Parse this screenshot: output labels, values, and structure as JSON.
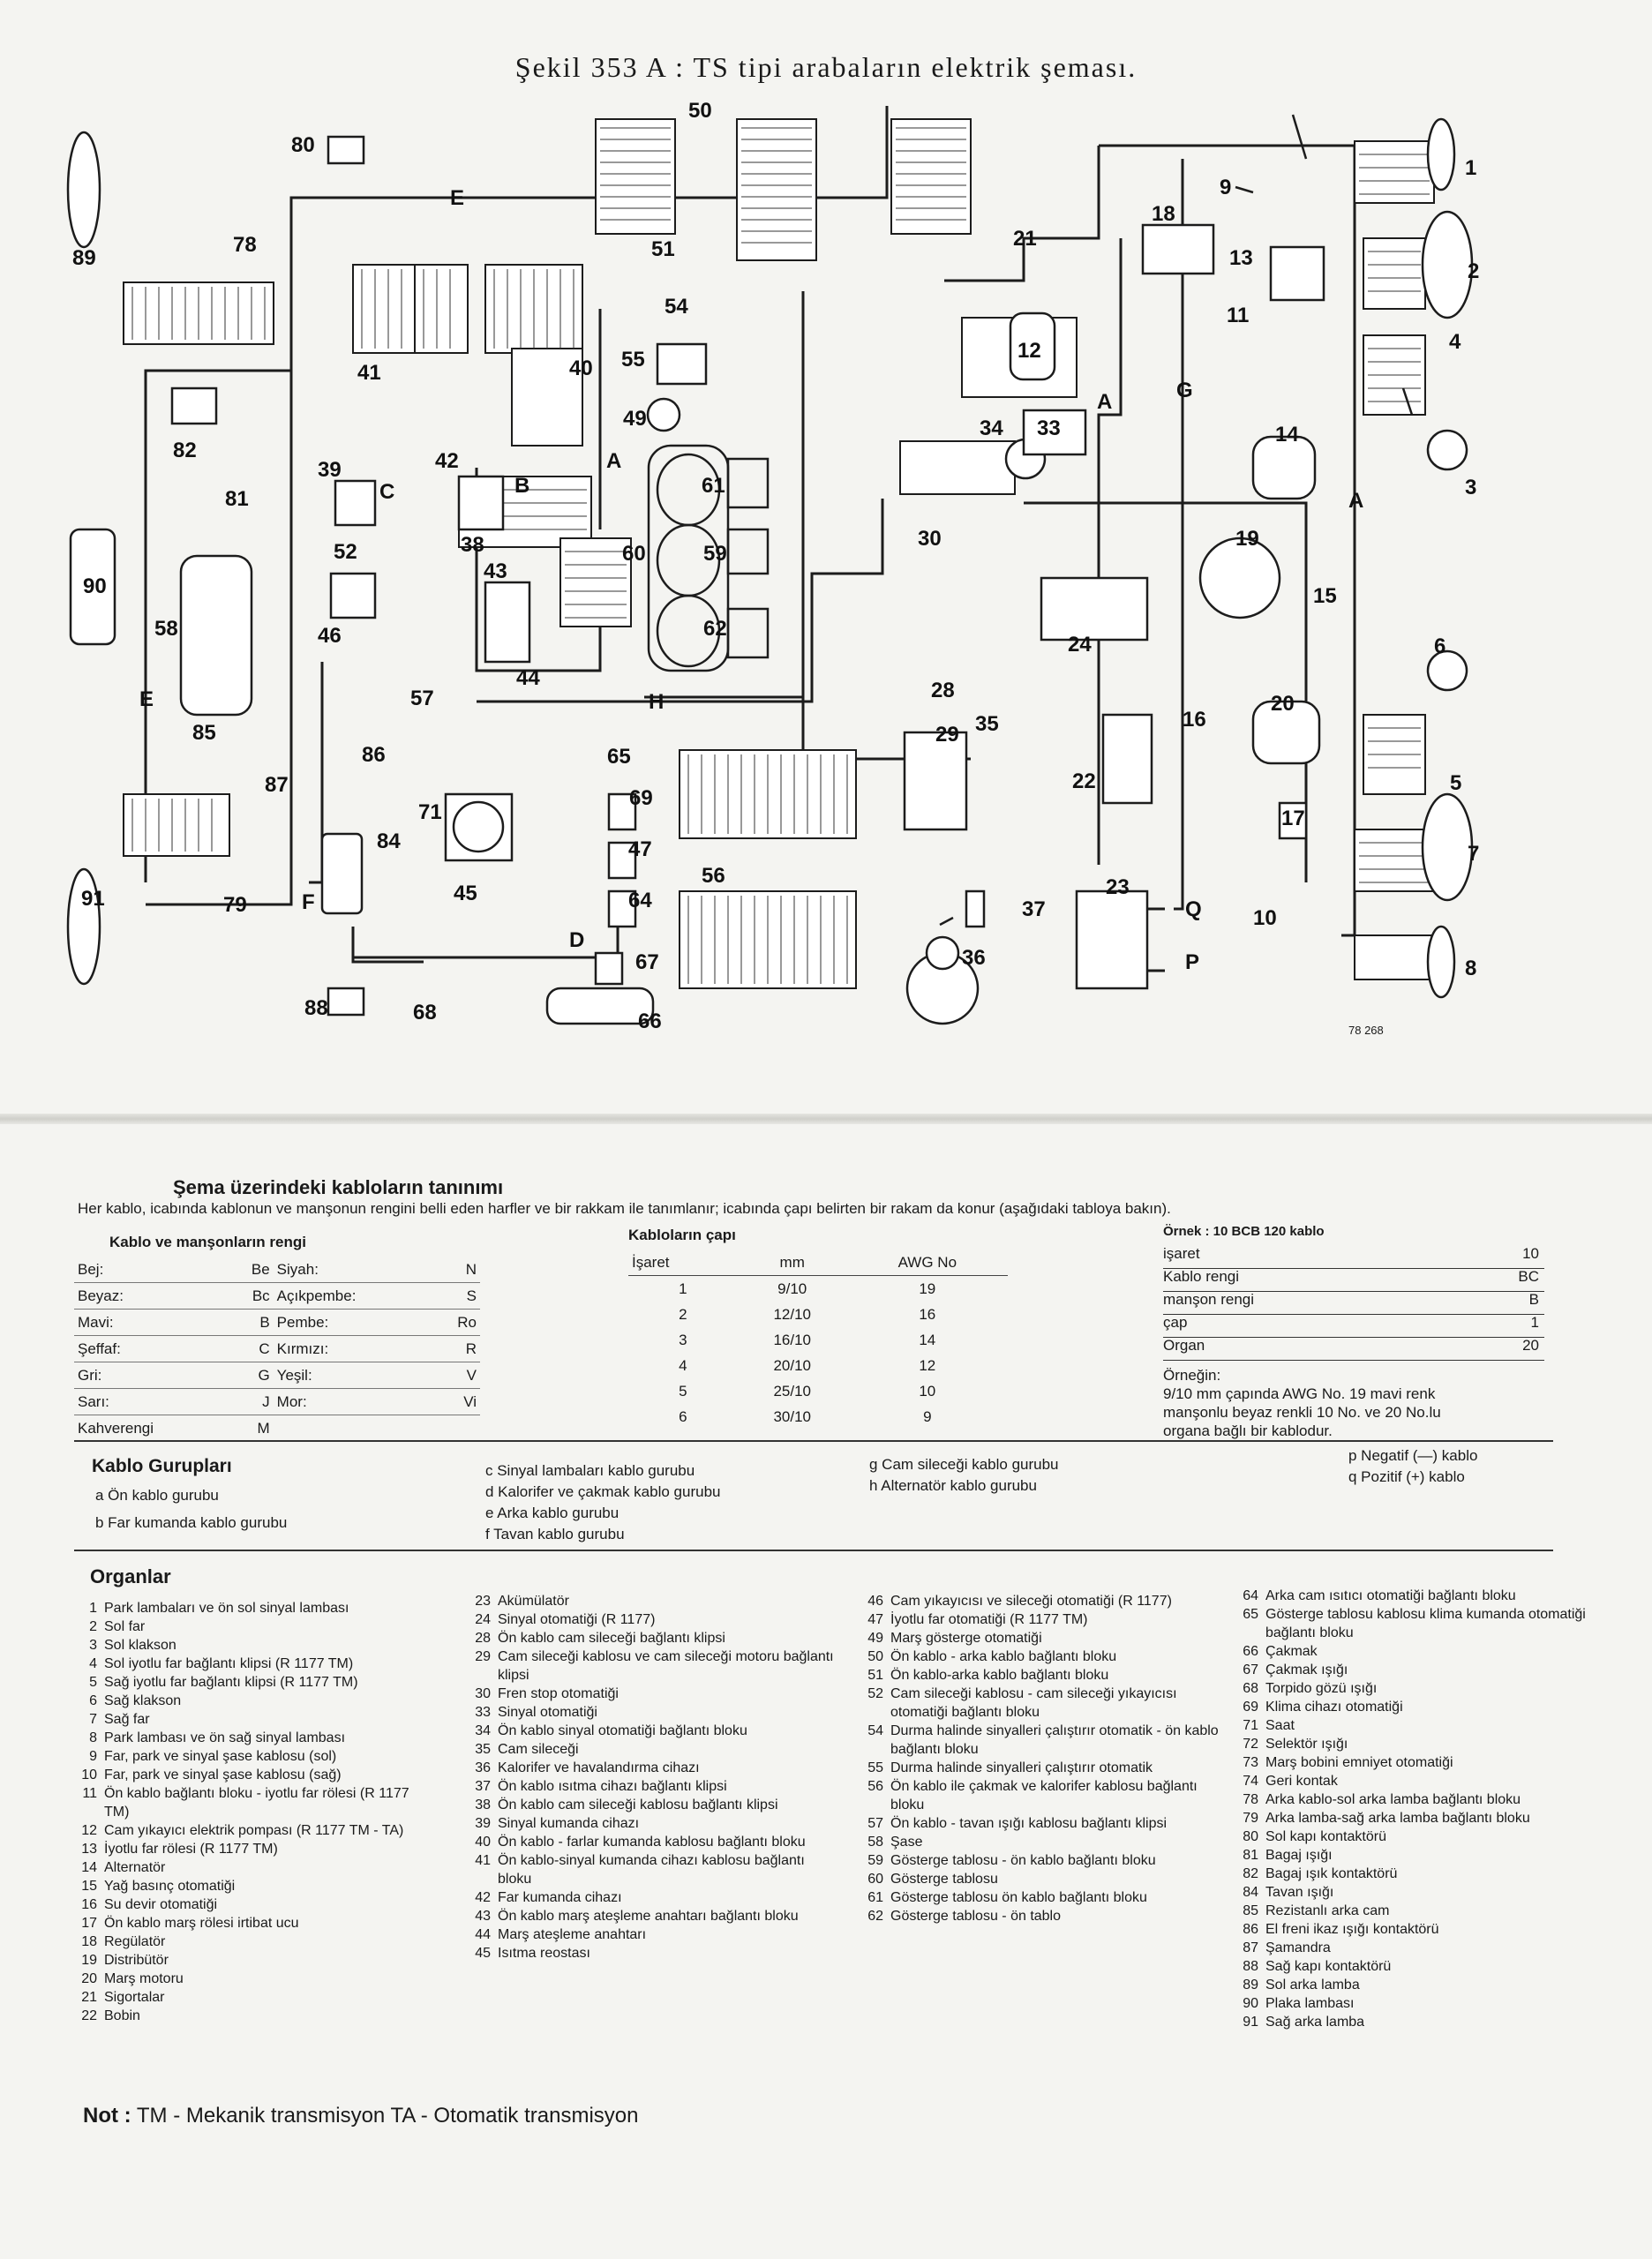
{
  "figure": {
    "title": "Şekil 353 A : TS tipi arabaların elektrik şeması.",
    "figure_id": "78 268",
    "component_labels": [
      "1",
      "2",
      "3",
      "4",
      "5",
      "6",
      "7",
      "8",
      "9",
      "10",
      "11",
      "12",
      "13",
      "14",
      "15",
      "16",
      "17",
      "18",
      "19",
      "20",
      "21",
      "22",
      "23",
      "24",
      "28",
      "29",
      "30",
      "33",
      "34",
      "35",
      "36",
      "37",
      "38",
      "39",
      "40",
      "41",
      "42",
      "43",
      "44",
      "45",
      "46",
      "47",
      "49",
      "50",
      "51",
      "52",
      "54",
      "55",
      "56",
      "57",
      "58",
      "59",
      "60",
      "61",
      "62",
      "64",
      "65",
      "66",
      "67",
      "68",
      "69",
      "71",
      "78",
      "79",
      "80",
      "81",
      "82",
      "84",
      "85",
      "86",
      "87",
      "88",
      "89",
      "90",
      "91"
    ],
    "harness_letters": [
      "A",
      "B",
      "C",
      "D",
      "E",
      "F",
      "G",
      "H",
      "P",
      "Q"
    ]
  },
  "legend": {
    "title": "Şema üzerindeki kabloların tanınımı",
    "intro": "Her kablo, icabında kablonun ve manşonun rengini belli eden harfler ve bir rakkam ile tanımlanır; icabında çapı belirten bir rakam da konur (aşağıdaki tabloya bakın).",
    "colors_heading": "Kablo ve manşonların rengi",
    "colors": [
      [
        "Bej:",
        "Be",
        "Siyah:",
        "N"
      ],
      [
        "Beyaz:",
        "Bc",
        "Açıkpembe:",
        "S"
      ],
      [
        "Mavi:",
        "B",
        "Pembe:",
        "Ro"
      ],
      [
        "Şeffaf:",
        "C",
        "Kırmızı:",
        "R"
      ],
      [
        "Gri:",
        "G",
        "Yeşil:",
        "V"
      ],
      [
        "Sarı:",
        "J",
        "Mor:",
        "Vi"
      ],
      [
        "Kahverengi",
        "M",
        "",
        ""
      ]
    ],
    "size_heading": "Kabloların çapı",
    "size_columns": [
      "İşaret",
      "mm",
      "AWG No"
    ],
    "sizes": [
      [
        "1",
        "9/10",
        "19"
      ],
      [
        "2",
        "12/10",
        "16"
      ],
      [
        "3",
        "16/10",
        "14"
      ],
      [
        "4",
        "20/10",
        "12"
      ],
      [
        "5",
        "25/10",
        "10"
      ],
      [
        "6",
        "30/10",
        "9"
      ]
    ],
    "example_heading": "Örnek : 10 BCB 120 kablo",
    "example_rows": [
      [
        "işaret",
        "10"
      ],
      [
        "Kablo rengi",
        "BC"
      ],
      [
        "manşon rengi",
        "B"
      ],
      [
        "çap",
        "1"
      ],
      [
        "Organ",
        "20"
      ]
    ],
    "example_text": [
      "Örneğin:",
      "9/10 mm çapında AWG No. 19 mavi renk",
      "manşonlu beyaz renkli 10 No. ve 20 No.lu",
      "organa bağlı bir kablodur."
    ]
  },
  "groups": {
    "title": "Kablo Gurupları",
    "items": [
      "a Ön kablo gurubu",
      "b Far kumanda kablo gurubu",
      "c Sinyal lambaları kablo gurubu",
      "d Kalorifer ve çakmak kablo gurubu",
      "e Arka kablo gurubu",
      "f Tavan kablo gurubu",
      "g Cam sileceği kablo gurubu",
      "h Alternatör kablo gurubu",
      "p Negatif (—) kablo",
      "q Pozitif (+) kablo"
    ]
  },
  "organs": {
    "title": "Organlar",
    "col1": [
      [
        "1",
        "Park lambaları ve ön sol sinyal lambası"
      ],
      [
        "2",
        "Sol far"
      ],
      [
        "3",
        "Sol klakson"
      ],
      [
        "4",
        "Sol iyotlu far bağlantı klipsi (R 1177 TM)"
      ],
      [
        "5",
        "Sağ iyotlu far bağlantı klipsi (R 1177 TM)"
      ],
      [
        "6",
        "Sağ klakson"
      ],
      [
        "7",
        "Sağ far"
      ],
      [
        "8",
        "Park lambası ve ön sağ sinyal lambası"
      ],
      [
        "9",
        "Far, park ve sinyal şase kablosu (sol)"
      ],
      [
        "10",
        "Far, park ve sinyal şase kablosu (sağ)"
      ],
      [
        "11",
        "Ön kablo bağlantı bloku - iyotlu far rölesi (R 1177 TM)"
      ],
      [
        "12",
        "Cam yıkayıcı elektrik pompası (R 1177 TM - TA)"
      ],
      [
        "13",
        "İyotlu far rölesi (R 1177 TM)"
      ],
      [
        "14",
        "Alternatör"
      ],
      [
        "15",
        "Yağ basınç otomatiği"
      ],
      [
        "16",
        "Su devir otomatiği"
      ],
      [
        "17",
        "Ön kablo marş rölesi irtibat ucu"
      ],
      [
        "18",
        "Regülatör"
      ],
      [
        "19",
        "Distribütör"
      ],
      [
        "20",
        "Marş motoru"
      ],
      [
        "21",
        "Sigortalar"
      ],
      [
        "22",
        "Bobin"
      ]
    ],
    "col2": [
      [
        "23",
        "Akümülatör"
      ],
      [
        "24",
        "Sinyal otomatiği (R 1177)"
      ],
      [
        "28",
        "Ön kablo cam sileceği bağlantı klipsi"
      ],
      [
        "29",
        "Cam sileceği kablosu ve cam sileceği motoru bağlantı klipsi"
      ],
      [
        "30",
        "Fren stop otomatiği"
      ],
      [
        "33",
        "Sinyal otomatiği"
      ],
      [
        "34",
        "Ön kablo sinyal otomatiği bağlantı bloku"
      ],
      [
        "35",
        "Cam sileceği"
      ],
      [
        "36",
        "Kalorifer ve havalandırma cihazı"
      ],
      [
        "37",
        "Ön kablo ısıtma cihazı bağlantı klipsi"
      ],
      [
        "38",
        "Ön kablo cam sileceği kablosu bağlantı klipsi"
      ],
      [
        "39",
        "Sinyal kumanda cihazı"
      ],
      [
        "40",
        "Ön kablo - farlar kumanda kablosu bağlantı bloku"
      ],
      [
        "41",
        "Ön kablo-sinyal kumanda cihazı kablosu bağlantı bloku"
      ],
      [
        "42",
        "Far kumanda cihazı"
      ],
      [
        "43",
        "Ön kablo marş ateşleme anahtarı bağlantı bloku"
      ],
      [
        "44",
        "Marş ateşleme anahtarı"
      ],
      [
        "45",
        "Isıtma reostası"
      ]
    ],
    "col3": [
      [
        "46",
        "Cam yıkayıcısı ve sileceği otomatiği (R 1177)"
      ],
      [
        "47",
        "İyotlu far otomatiği (R 1177 TM)"
      ],
      [
        "49",
        "Marş gösterge otomatiği"
      ],
      [
        "50",
        "Ön kablo - arka kablo bağlantı bloku"
      ],
      [
        "51",
        "Ön kablo-arka kablo bağlantı bloku"
      ],
      [
        "52",
        "Cam sileceği kablosu - cam sileceği yıkayıcısı otomatiği bağlantı bloku"
      ],
      [
        "54",
        "Durma halinde sinyalleri çalıştırır otomatik - ön kablo bağlantı bloku"
      ],
      [
        "55",
        "Durma halinde sinyalleri çalıştırır otomatik"
      ],
      [
        "56",
        "Ön kablo ile çakmak ve kalorifer kablosu bağlantı bloku"
      ],
      [
        "57",
        "Ön kablo - tavan ışığı kablosu bağlantı klipsi"
      ],
      [
        "58",
        "Şase"
      ],
      [
        "59",
        "Gösterge tablosu - ön kablo bağlantı bloku"
      ],
      [
        "60",
        "Gösterge tablosu"
      ],
      [
        "61",
        "Gösterge tablosu ön kablo bağlantı bloku"
      ],
      [
        "62",
        "Gösterge tablosu - ön tablo"
      ]
    ],
    "col4": [
      [
        "64",
        "Arka cam ısıtıcı otomatiği bağlantı bloku"
      ],
      [
        "65",
        "Gösterge tablosu kablosu klima kumanda otomatiği bağlantı bloku"
      ],
      [
        "66",
        "Çakmak"
      ],
      [
        "67",
        "Çakmak ışığı"
      ],
      [
        "68",
        "Torpido gözü ışığı"
      ],
      [
        "69",
        "Klima cihazı otomatiği"
      ],
      [
        "71",
        "Saat"
      ],
      [
        "72",
        "Selektör ışığı"
      ],
      [
        "73",
        "Marş bobini emniyet otomatiği"
      ],
      [
        "74",
        "Geri kontak"
      ],
      [
        "78",
        "Arka kablo-sol arka lamba bağlantı bloku"
      ],
      [
        "79",
        "Arka lamba-sağ arka lamba bağlantı bloku"
      ],
      [
        "80",
        "Sol kapı kontaktörü"
      ],
      [
        "81",
        "Bagaj ışığı"
      ],
      [
        "82",
        "Bagaj ışık kontaktörü"
      ],
      [
        "84",
        "Tavan ışığı"
      ],
      [
        "85",
        "Rezistanlı arka cam"
      ],
      [
        "86",
        "El freni ikaz ışığı kontaktörü"
      ],
      [
        "87",
        "Şamandra"
      ],
      [
        "88",
        "Sağ kapı kontaktörü"
      ],
      [
        "89",
        "Sol arka lamba"
      ],
      [
        "90",
        "Plaka lambası"
      ],
      [
        "91",
        "Sağ arka lamba"
      ]
    ]
  },
  "note": {
    "label": "Not :",
    "text": "TM - Mekanik transmisyon   TA - Otomatik transmisyon"
  }
}
